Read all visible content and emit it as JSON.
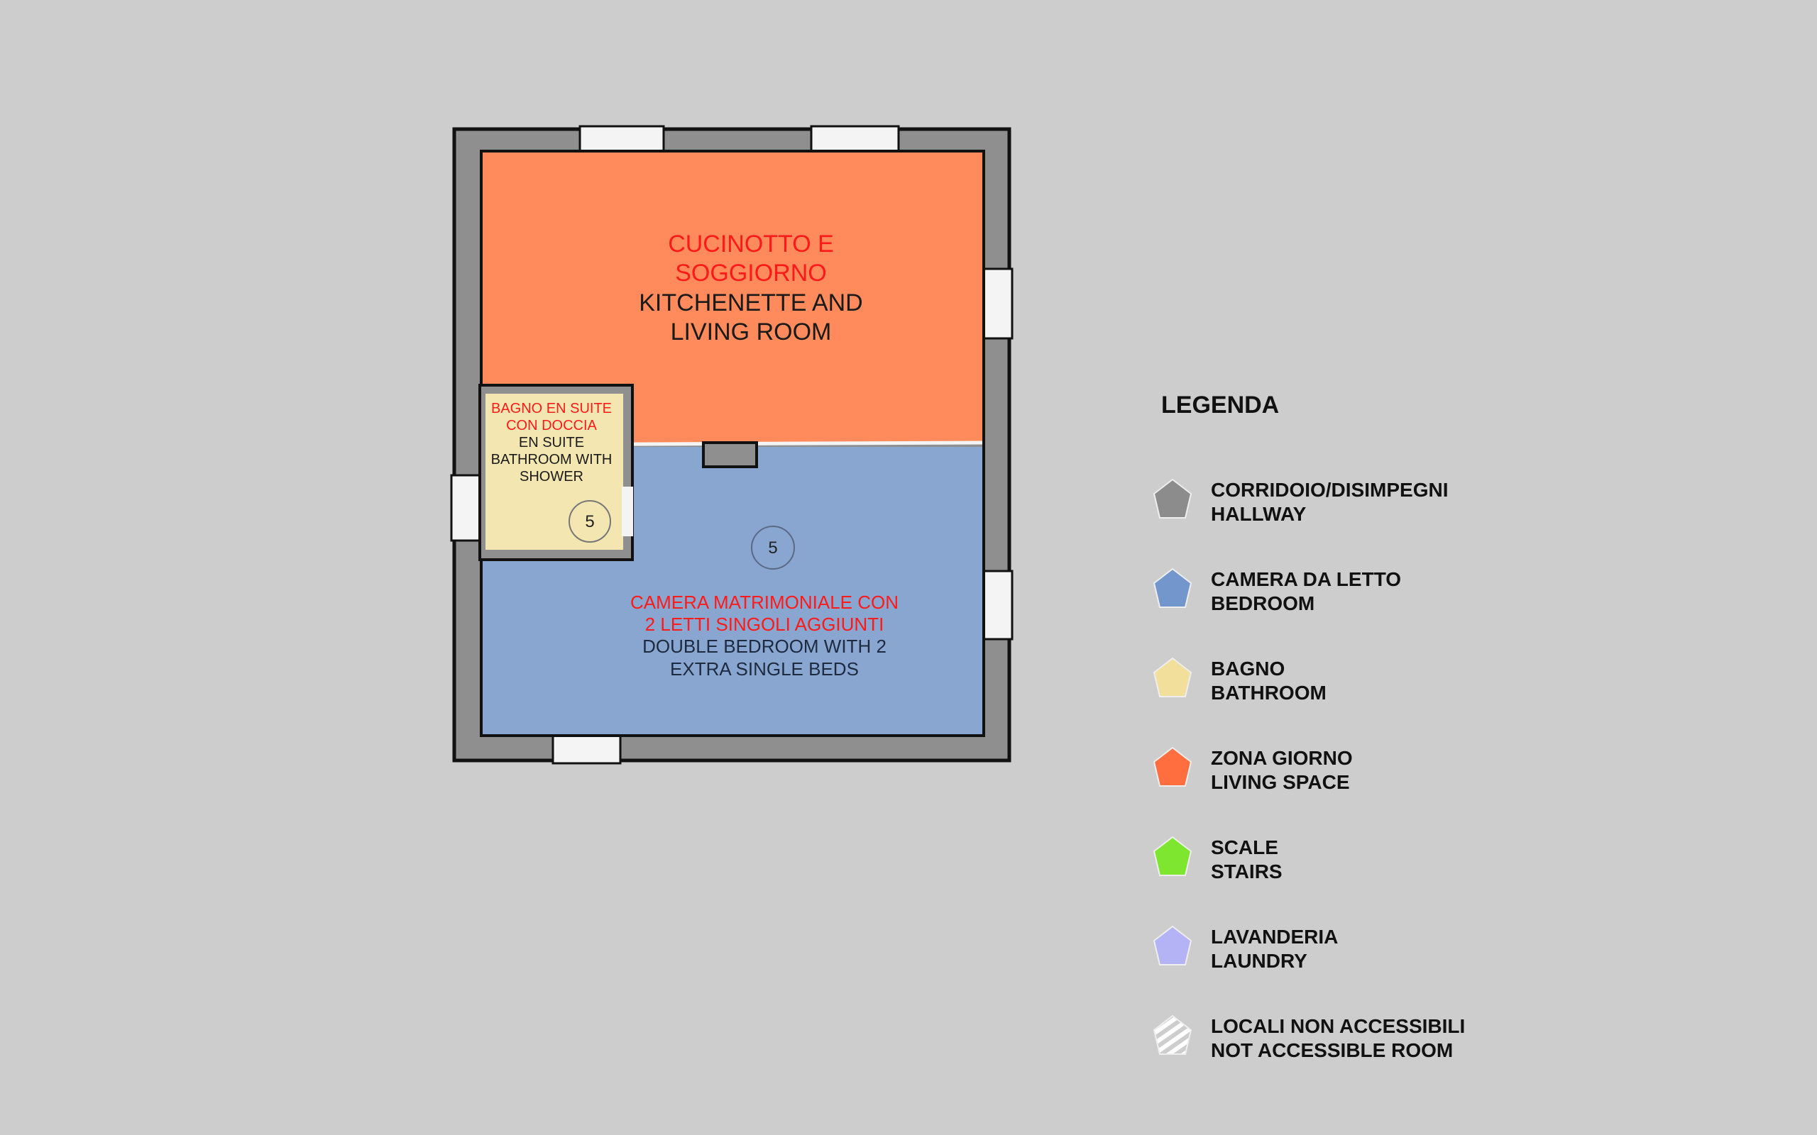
{
  "rooms": {
    "living": {
      "it": [
        "CUCINOTTO E",
        "SOGGIORNO"
      ],
      "en": [
        "KITCHENETTE AND",
        "LIVING ROOM"
      ],
      "color": "#ff8b5c"
    },
    "bathroom": {
      "it": [
        "BAGNO EN SUITE",
        "CON DOCCIA"
      ],
      "en": [
        "EN SUITE",
        "BATHROOM WITH",
        "SHOWER"
      ],
      "number": "5",
      "color": "#f3e6b0"
    },
    "bedroom": {
      "it": [
        "CAMERA MATRIMONIALE CON",
        "2 LETTI SINGOLI AGGIUNTI"
      ],
      "en": [
        "DOUBLE BEDROOM WITH 2",
        "EXTRA SINGLE BEDS"
      ],
      "number": "5",
      "color": "#88a6d0"
    }
  },
  "legend": {
    "title": "LEGENDA",
    "items": [
      {
        "it": "CORRIDOIO/DISIMPEGNI",
        "en": "HALLWAY",
        "color": "#8c8c8c",
        "icon": "pentagon-gray-icon"
      },
      {
        "it": "CAMERA DA LETTO",
        "en": "BEDROOM",
        "color": "#7397cc",
        "icon": "pentagon-blue-icon"
      },
      {
        "it": "BAGNO",
        "en": "BATHROOM",
        "color": "#f3df9c",
        "icon": "pentagon-yellow-icon"
      },
      {
        "it": "ZONA GIORNO",
        "en": "LIVING SPACE",
        "color": "#ff6e3e",
        "icon": "pentagon-orange-icon"
      },
      {
        "it": "SCALE",
        "en": "STAIRS",
        "color": "#7ee62e",
        "icon": "pentagon-green-icon"
      },
      {
        "it": "LAVANDERIA",
        "en": "LAUNDRY",
        "color": "#b3b3f5",
        "icon": "pentagon-lavender-icon"
      },
      {
        "it": "LOCALI NON ACCESSIBILI",
        "en": "NOT ACCESSIBLE ROOM",
        "color": "#ffffff",
        "icon": "pentagon-hatched-icon"
      }
    ]
  }
}
